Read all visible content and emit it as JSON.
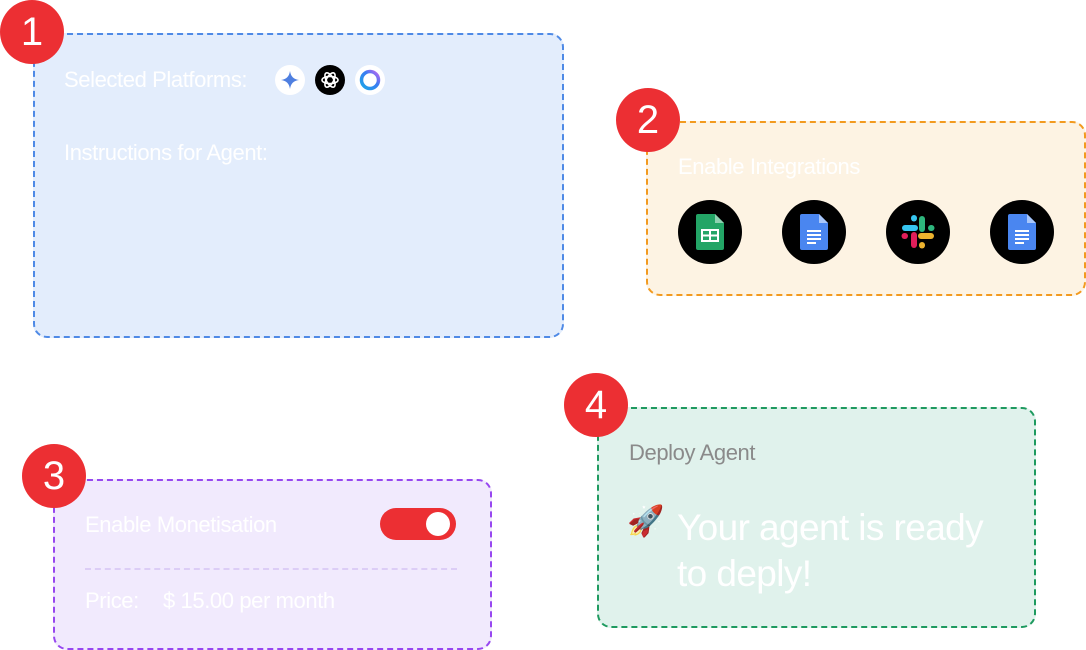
{
  "steps": [
    {
      "number": "1",
      "color": "#ec2f33"
    },
    {
      "number": "2",
      "color": "#ec2f33"
    },
    {
      "number": "3",
      "color": "#ec2f33"
    },
    {
      "number": "4",
      "color": "#ec2f33"
    }
  ],
  "agent_config": {
    "platforms_label": "Selected Platforms:",
    "platforms": [
      "gemini-icon",
      "openai-icon",
      "copilot-ring-icon"
    ],
    "instructions_label": "Instructions for Agent:",
    "accent": "#4f8ae6",
    "background": "#e3edfc"
  },
  "integrations": {
    "title": "Enable Integrations",
    "items": [
      "google-sheets-icon",
      "google-docs-icon",
      "slack-icon",
      "google-docs-icon"
    ],
    "accent": "#f29a1f",
    "background": "#fdf3e3"
  },
  "monetisation": {
    "title": "Enable Monetisation",
    "toggle_on": true,
    "price_label": "Price:",
    "price_value": "$ 15.00 per month",
    "accent": "#9747f0",
    "background": "#f1eafd"
  },
  "deploy": {
    "title": "Deploy Agent",
    "emoji": "🚀",
    "message": "Your agent is ready to deply!",
    "accent": "#1e9a5f",
    "background": "#e0f2ec"
  }
}
